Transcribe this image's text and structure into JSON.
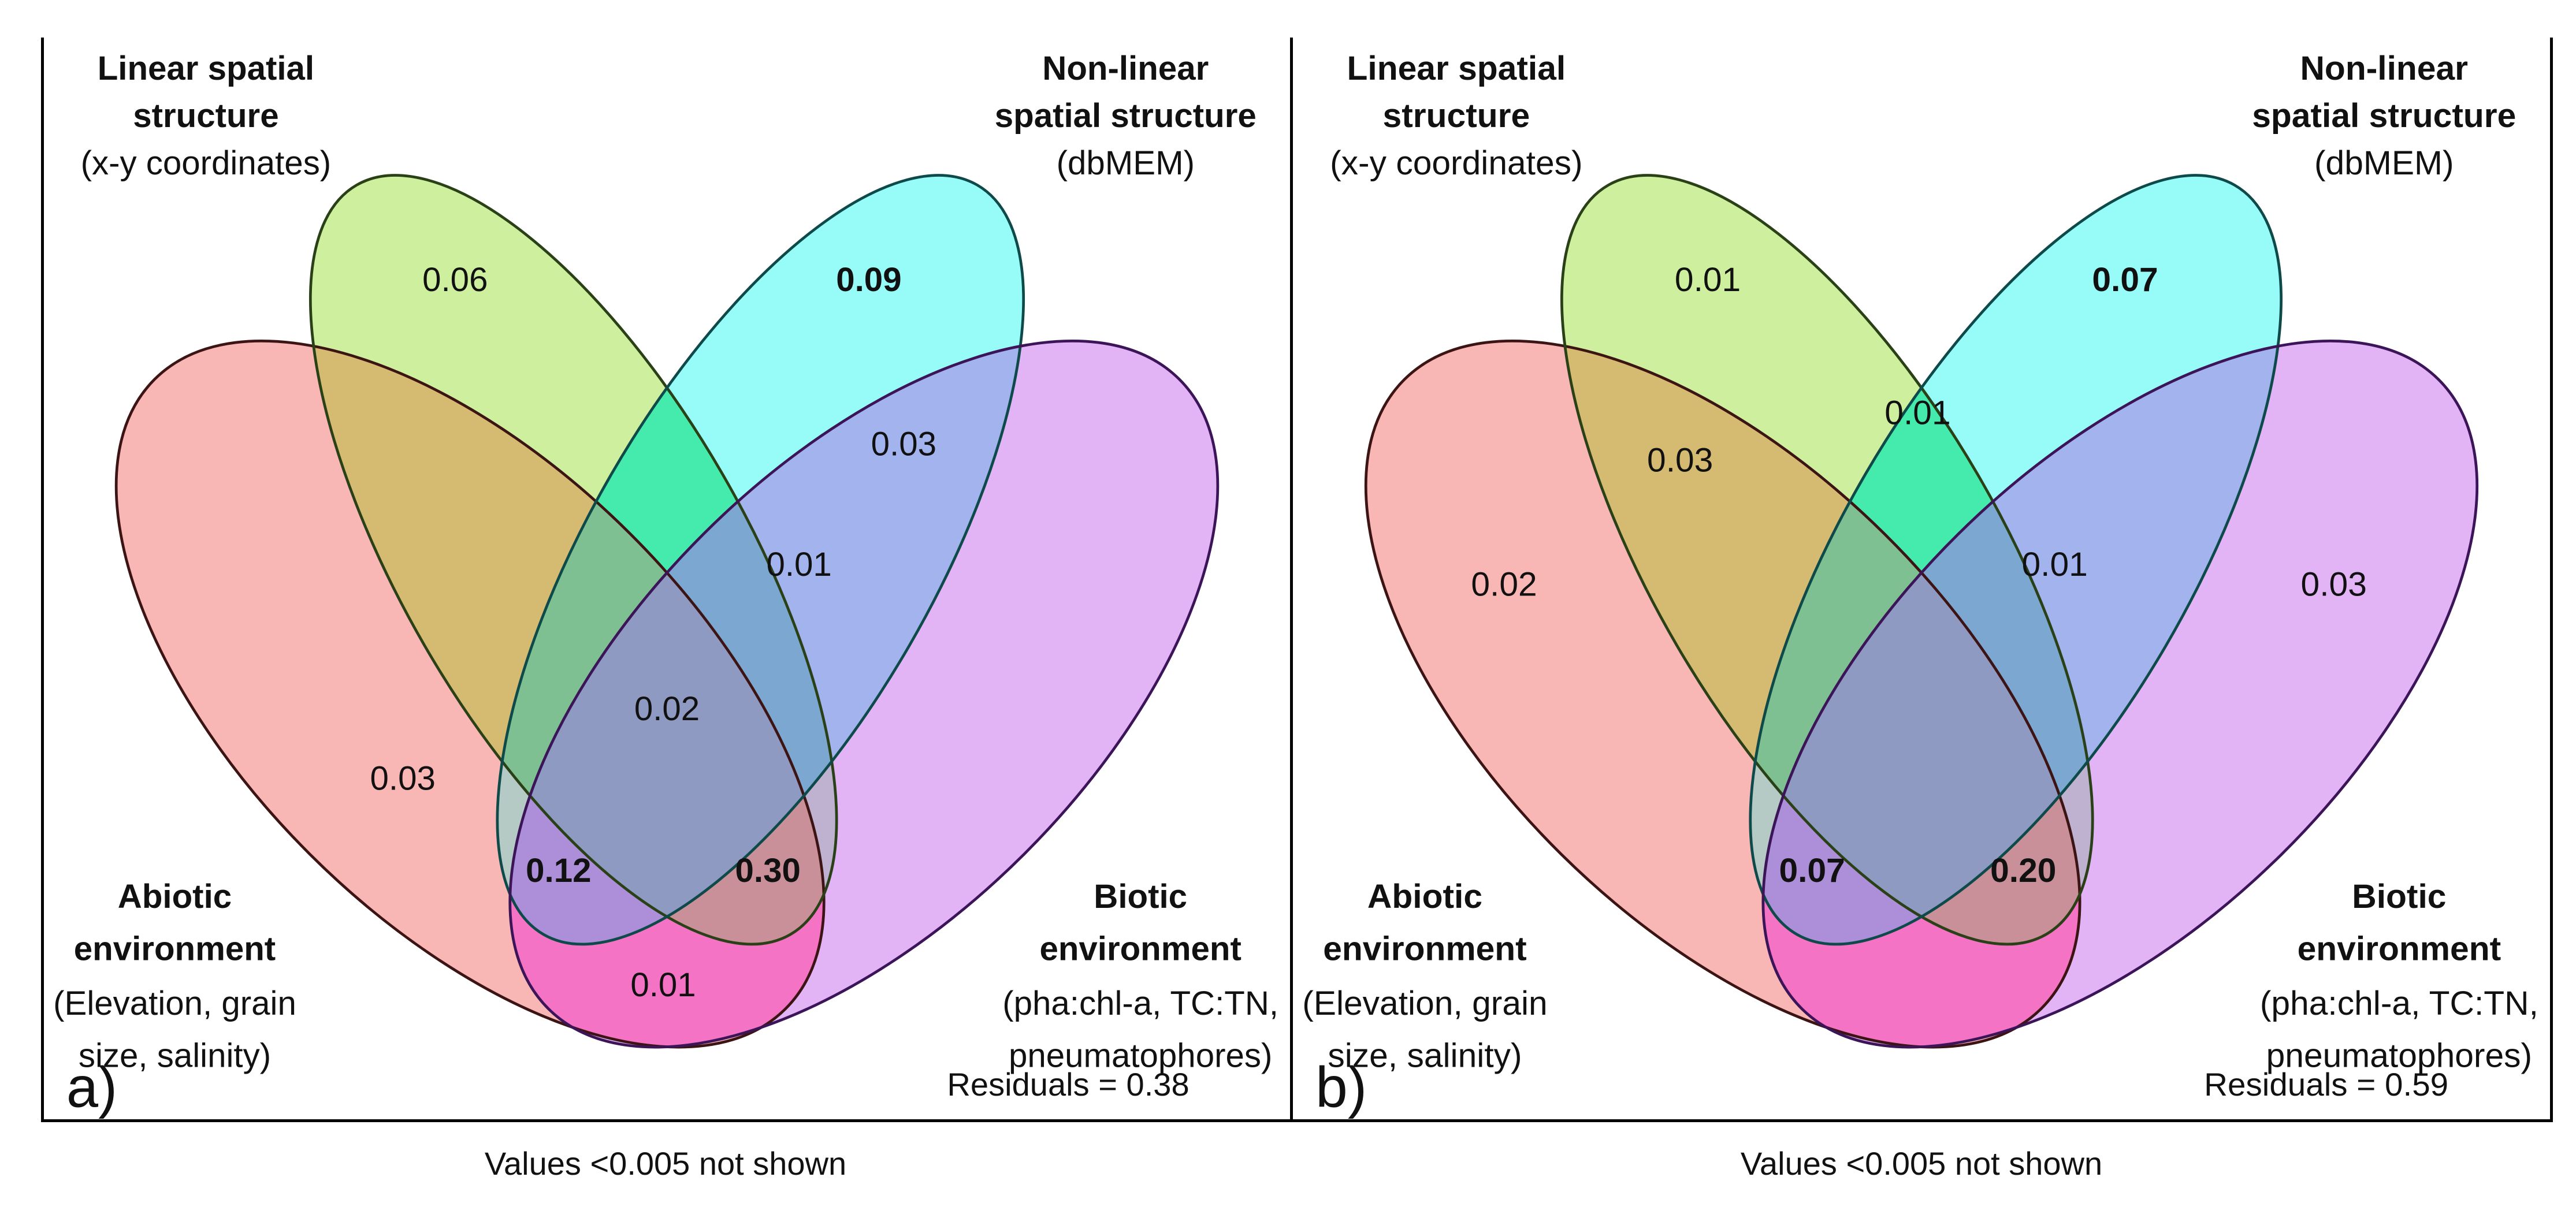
{
  "figure": {
    "footnote": "Values <0.005 not shown",
    "set_labels": {
      "linear": {
        "line1": "Linear spatial",
        "line2": "structure",
        "line3": "(x-y coordinates)"
      },
      "nonlinear": {
        "line1": "Non-linear",
        "line2": "spatial structure",
        "line3": "(dbMEM)"
      },
      "abiotic": {
        "line1": "Abiotic",
        "line2": "environment",
        "line3": "(Elevation, grain",
        "line4": "size, salinity)"
      },
      "biotic": {
        "line1": "Biotic",
        "line2": "environment",
        "line3": "(pha:chl-a, TC:TN,",
        "line4": "pneumatophores)"
      }
    },
    "region_colors": {
      "abiotic": "#F8B6B4",
      "linear": "#CDEF9E",
      "nonlinear": "#97FBF8",
      "biotic": "#E2B4F6",
      "abiotic_linear": "#D5BB72",
      "abiotic_nonlinear": "#B5CAC4",
      "abiotic_biotic": "#F573C5",
      "linear_nonlinear": "#45EBAD",
      "linear_biotic": "#BFB2D1",
      "nonlinear_biotic": "#A2B3EE",
      "abiotic_linear_nonlinear": "#7FC093",
      "abiotic_linear_biotic": "#CA9099",
      "abiotic_nonlinear_biotic": "#AC8ED9",
      "linear_nonlinear_biotic": "#7BA7D1",
      "all_four": "#8F9AC2"
    },
    "stroke_colors": {
      "abiotic": "#3D1414",
      "linear": "#2A4016",
      "nonlinear": "#0E4A4A",
      "biotic": "#3C1458"
    },
    "panels": {
      "a": {
        "tag": "a)",
        "residuals": "Residuals = 0.38",
        "values": {
          "linear_only": "0.06",
          "nonlinear_only": "0.09",
          "nonlinear_biotic": "0.03",
          "linear_nonlinear_biotic": "0.01",
          "all_four": "0.02",
          "abiotic_nonlinear": "0.03",
          "abiotic_nonlinear_biotic": "0.12",
          "abiotic_linear_biotic": "0.30",
          "abiotic_biotic": "0.01"
        }
      },
      "b": {
        "tag": "b)",
        "residuals": "Residuals = 0.59",
        "values": {
          "linear_only": "0.01",
          "nonlinear_only": "0.07",
          "linear_nonlinear": "0.01",
          "abiotic_linear": "0.03",
          "abiotic_only": "0.02",
          "linear_nonlinear_biotic": "0.01",
          "biotic_only": "0.03",
          "abiotic_nonlinear_biotic": "0.07",
          "abiotic_linear_biotic": "0.20"
        }
      }
    }
  }
}
